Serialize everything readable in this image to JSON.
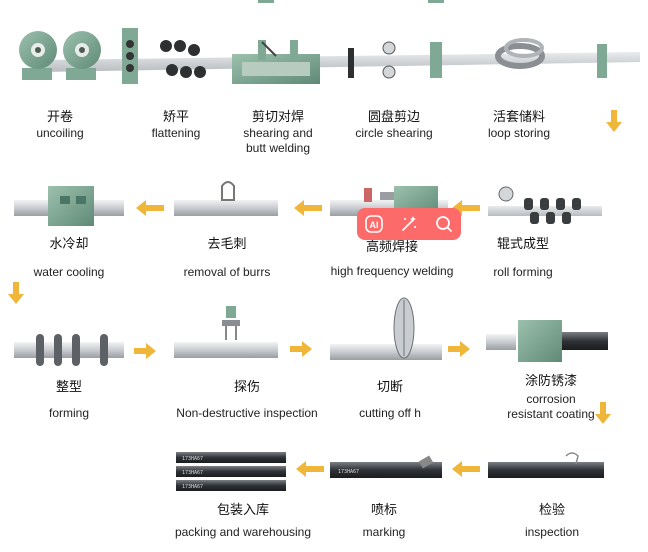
{
  "colors": {
    "arrow": "#f0b63a",
    "pipe_light": "#cfd2d5",
    "pipe_dark": "#55595d",
    "green_box": "#7fa895",
    "toolbar_bg": "#fd6a6a"
  },
  "steps": [
    {
      "zh": "开卷",
      "en": [
        "uncoiling"
      ]
    },
    {
      "zh": "矫平",
      "en": [
        "flattening"
      ]
    },
    {
      "zh": "剪切对焊",
      "en": [
        "shearing and",
        "butt welding"
      ]
    },
    {
      "zh": "圆盘剪边",
      "en": [
        "circle shearing"
      ]
    },
    {
      "zh": "活套储料",
      "en": [
        "loop storing"
      ]
    },
    {
      "zh": "水冷却",
      "en": [
        "water cooling"
      ]
    },
    {
      "zh": "去毛刺",
      "en": [
        "removal of burrs"
      ]
    },
    {
      "zh": "高频焊接",
      "en": [
        "high frequency welding"
      ]
    },
    {
      "zh": "辊式成型",
      "en": [
        "roll forming"
      ]
    },
    {
      "zh": "整型",
      "en": [
        "forming"
      ]
    },
    {
      "zh": "探伤",
      "en": [
        "Non-destructive inspection"
      ]
    },
    {
      "zh": "切断",
      "en": [
        "cutting off h"
      ]
    },
    {
      "zh": "涂防锈漆",
      "en": [
        "corrosion",
        "resistant coating"
      ]
    },
    {
      "zh": "包装入库",
      "en": [
        "packing and warehousing"
      ]
    },
    {
      "zh": "喷标",
      "en": [
        "marking"
      ]
    },
    {
      "zh": "检验",
      "en": [
        "inspection"
      ]
    }
  ],
  "pipe_marks": {
    "mark_text": "173HA67"
  },
  "toolbar": {
    "ai_icon": "ai-icon",
    "magic_icon": "magic-wand-icon",
    "search_icon": "search-icon"
  }
}
